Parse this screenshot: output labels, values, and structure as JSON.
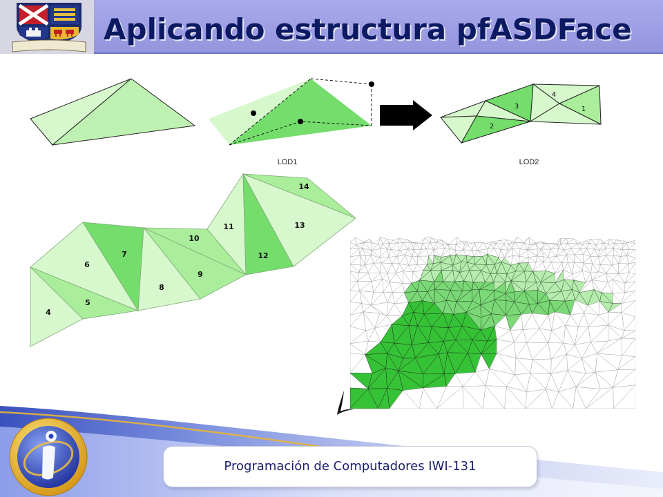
{
  "header": {
    "title": "Aplicando estructura pfASDFace"
  },
  "figures": {
    "lod1_label": "LOD1",
    "lod2_label": "LOD2",
    "lod2_numbers": [
      "1",
      "2",
      "3",
      "4"
    ],
    "strip_numbers": [
      "4",
      "5",
      "6",
      "7",
      "8",
      "9",
      "10",
      "11",
      "12",
      "13",
      "14"
    ]
  },
  "footer": {
    "text": "Programación de Computadores IWI-131"
  },
  "colors": {
    "header_band": "#9c9ce0",
    "title": "#0c1a62",
    "pale_green": "#d6f8cc",
    "medium_green": "#aaee9c",
    "bright_green": "#74dd6c",
    "mesh_dark_green": "#36c236",
    "mesh_medium_green": "#7ad876",
    "mesh_light_green": "#b6ecae",
    "mesh_wire": "#a6a6a6",
    "footer_text": "#1a1f6e"
  },
  "icons": {
    "crest": "university-crest",
    "logo": "department-logo-icon",
    "arrow": "arrow-right-icon",
    "mark": "swoosh-mark-icon"
  }
}
